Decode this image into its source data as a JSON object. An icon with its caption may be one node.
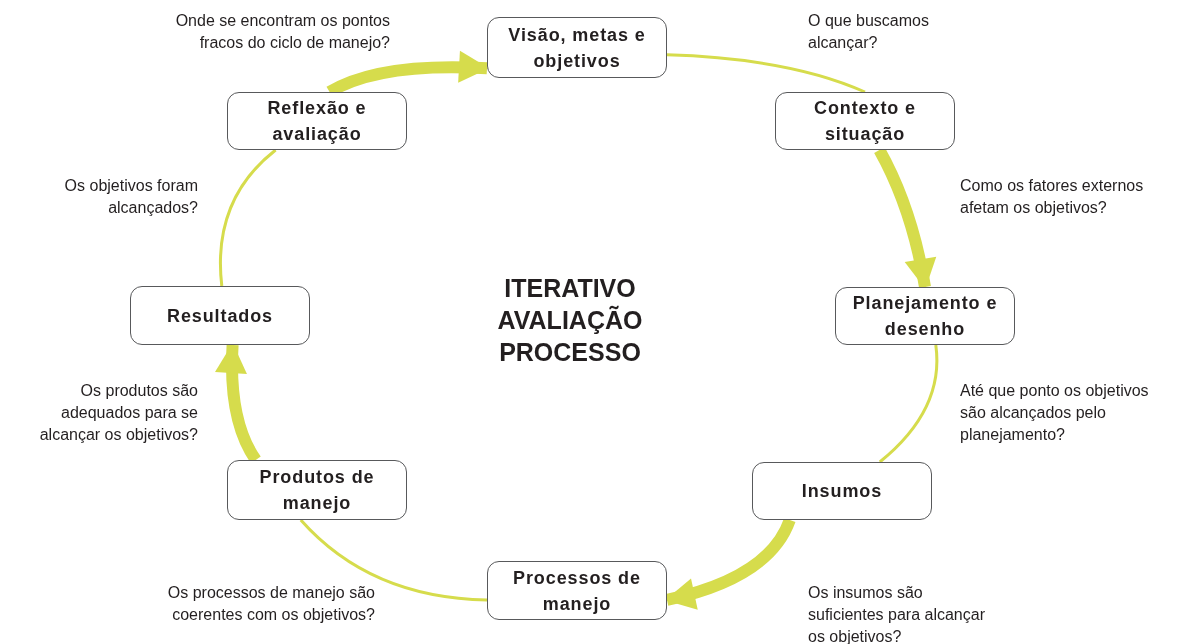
{
  "diagram": {
    "nodes": [
      {
        "text": [
          "Visão, metas e objetivos"
        ]
      },
      {
        "text": [
          "Contexto e situação"
        ]
      },
      {
        "text": [
          "Planejamento e desenho"
        ]
      },
      {
        "text": [
          "Insumos"
        ]
      },
      {
        "text": [
          "Processos de manejo"
        ]
      },
      {
        "text": [
          "Produtos de manejo"
        ]
      },
      {
        "text": [
          "Resultados"
        ]
      },
      {
        "text": [
          "Reflexão e avaliação"
        ]
      }
    ],
    "edges": [
      {
        "from": 0,
        "to": 1,
        "arrow": "none",
        "color": "#d6dc4c"
      },
      {
        "from": 1,
        "to": 2,
        "arrow": "to",
        "style": "thick",
        "color": "#d6dc4c"
      },
      {
        "from": 2,
        "to": 3,
        "arrow": "none",
        "color": "#d6dc4c"
      },
      {
        "from": 3,
        "to": 4,
        "arrow": "to",
        "style": "thick",
        "color": "#d6dc4c"
      },
      {
        "from": 4,
        "to": 5,
        "arrow": "none",
        "color": "#d6dc4c"
      },
      {
        "from": 5,
        "to": 6,
        "arrow": "to",
        "style": "thick",
        "color": "#d6dc4c"
      },
      {
        "from": 6,
        "to": 7,
        "arrow": "none",
        "color": "#d6dc4c"
      },
      {
        "from": 7,
        "to": 0,
        "arrow": "to",
        "style": "thick",
        "color": "#d6dc4c"
      }
    ],
    "labels": [
      "Onde se encontram os pontos fracos do ciclo de manejo?",
      "O que buscamos alcançar?",
      "Os objetivos foram alcançados?",
      "Como os fatores externos afetam os objetivos?",
      "ITERATIVO AVALIAÇÃO PROCESSO",
      "Os produtos são adequados para se alcançar os objetivos?",
      "Até que ponto os objetivos são alcançados pelo planejamento?",
      "Os processos de manejo são coerentes com os objetivos?",
      "Os insumos são suficientes para alcançar os objetivos?"
    ]
  }
}
